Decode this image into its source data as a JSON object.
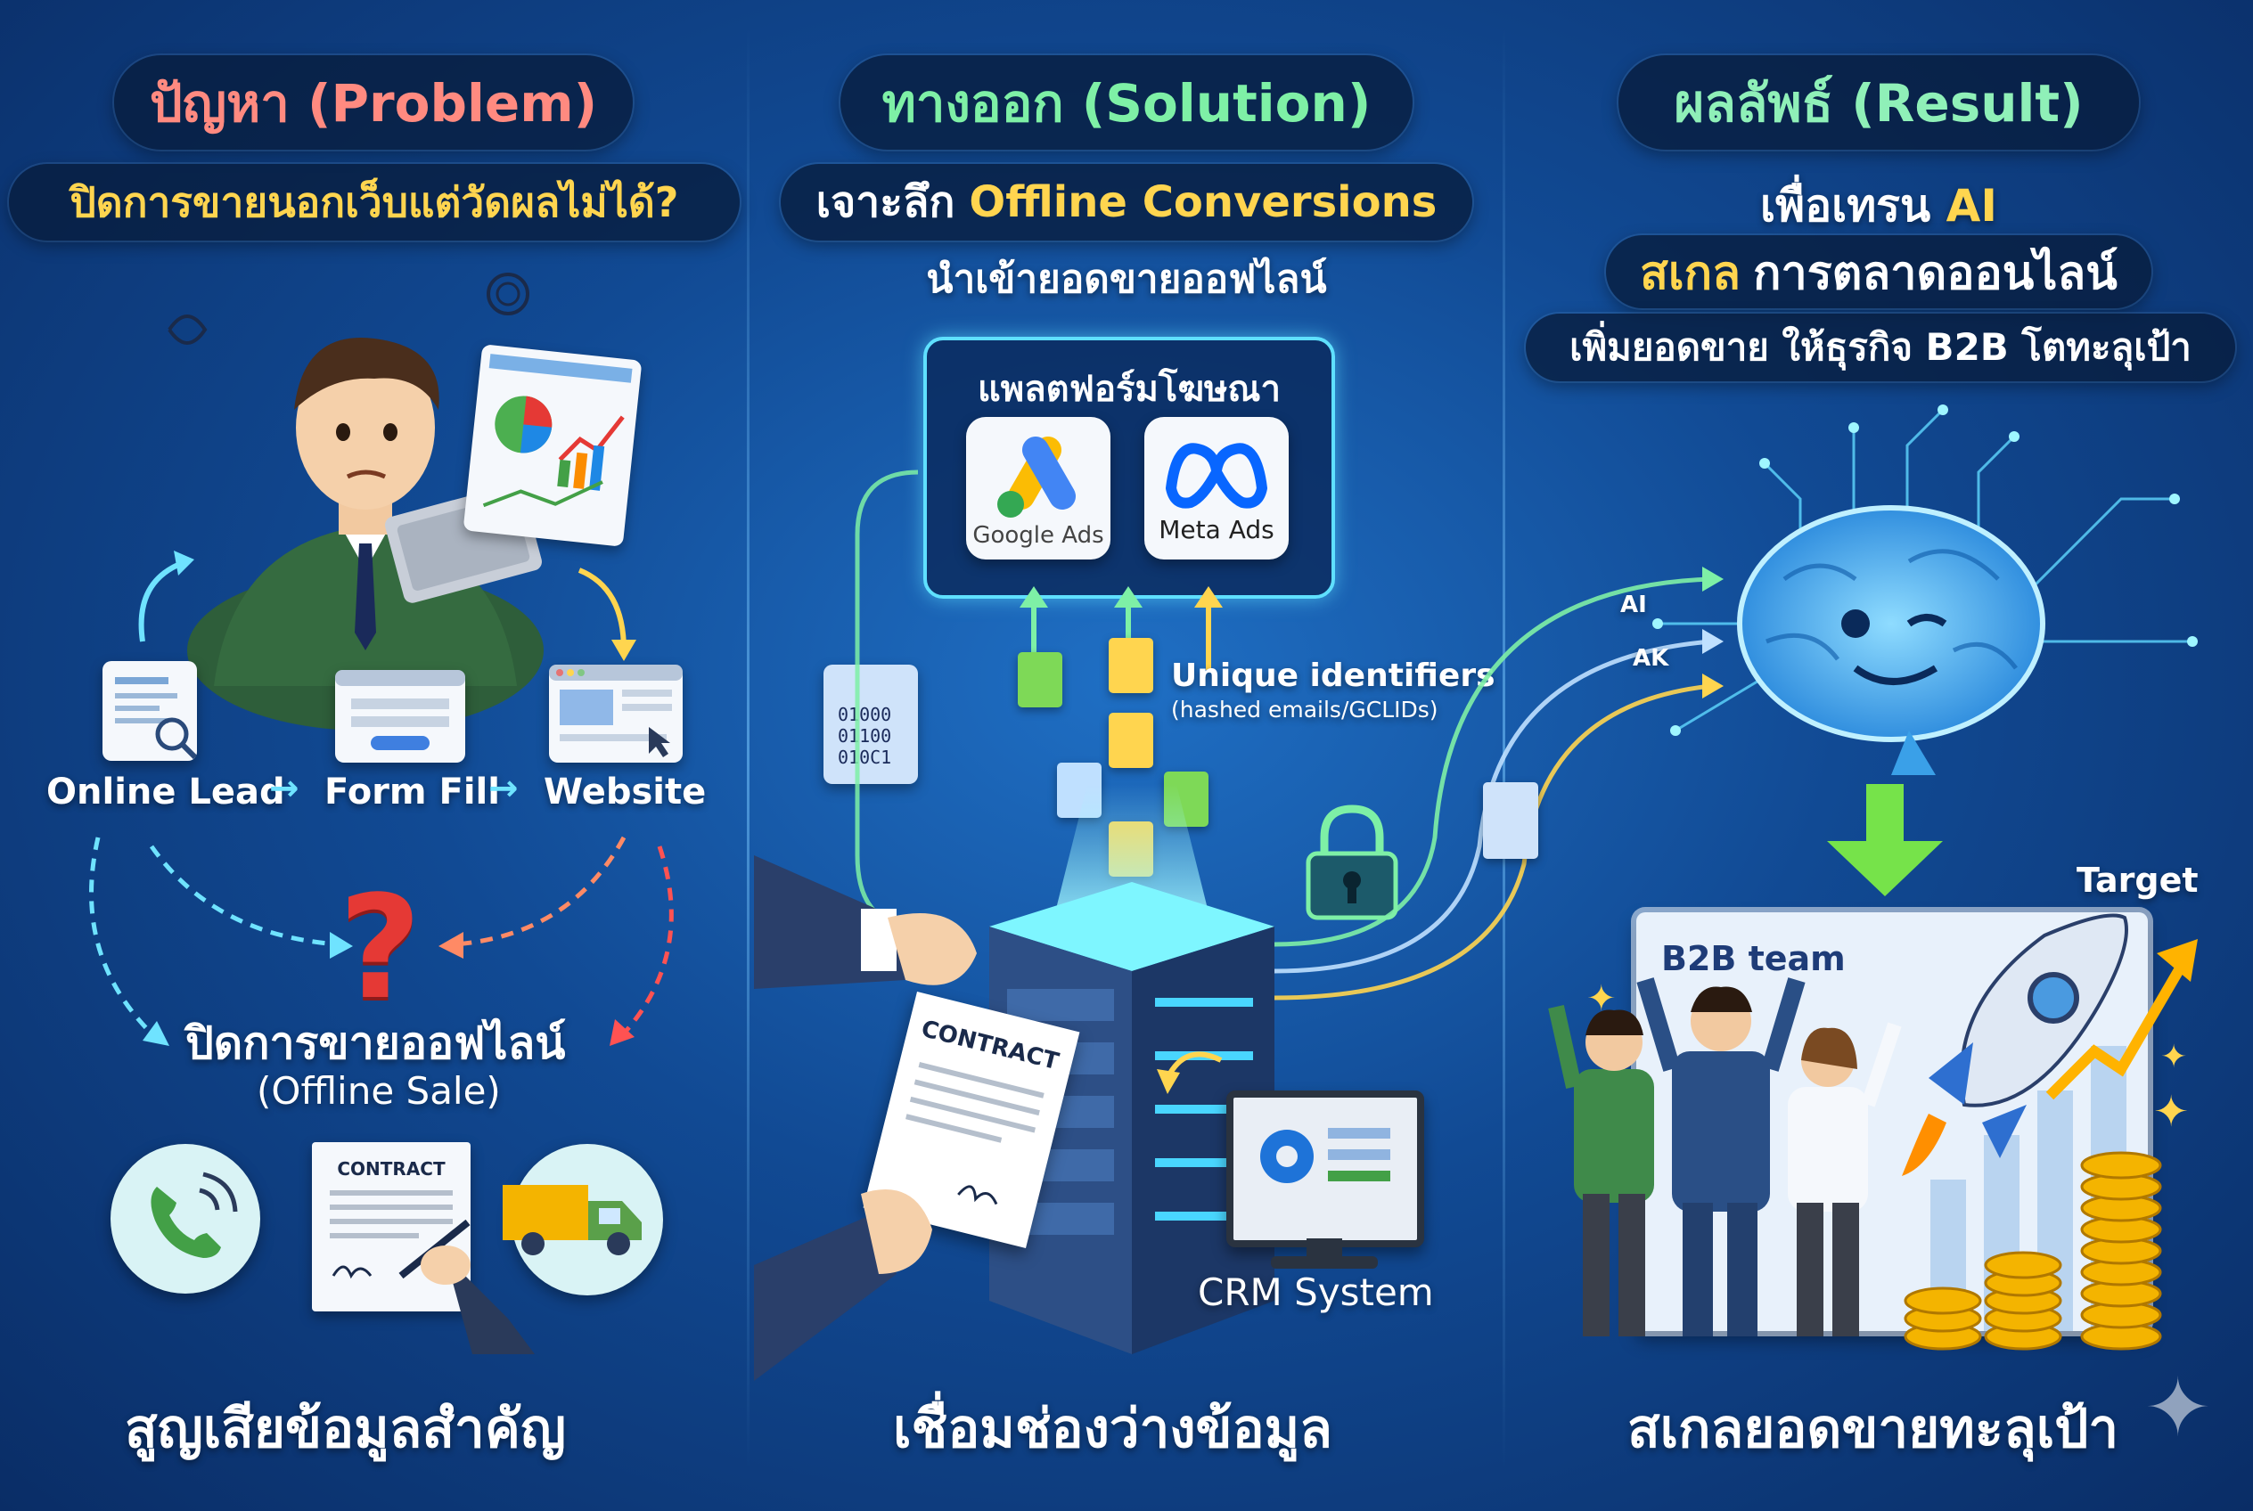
{
  "problem": {
    "header": "ปัญหา (Problem)",
    "subheader": "ปิดการขายนอกเว็บแต่วัดผลไม่ได้?",
    "flow": [
      "Online Lead",
      "Form Fill",
      "Website"
    ],
    "offline_sale_th": "ปิดการขายออฟไลน์",
    "offline_sale_en": "(Offline Sale)",
    "contract_label": "CONTRACT",
    "footer": "สูญเสียข้อมูลสำคัญ"
  },
  "solution": {
    "header": "ทางออก (Solution)",
    "subheader_prefix": "เจาะลึก",
    "subheader_highlight": "Offline Conversions",
    "subline": "นำเข้ายอดขายออฟไลน์",
    "platform_title": "แพลตฟอร์มโฆษณา",
    "google_ads": "Google Ads",
    "meta_ads": "Meta Ads",
    "identifiers_title": "Unique identifiers",
    "identifiers_sub": "(hashed emails/GCLIDs)",
    "binary_lines": [
      "01000",
      "01100",
      "010C1"
    ],
    "contract_label": "CONTRACT",
    "crm_label": "CRM System",
    "footer": "เชื่อมช่องว่างข้อมูล"
  },
  "result": {
    "header": "ผลลัพธ์ (Result)",
    "line1_prefix": "เพื่อเทรน",
    "line1_highlight": "AI",
    "line2_highlight": "สเกล",
    "line2_rest": "การตลาดออนไลน์",
    "line3": "เพิ่มยอดขาย ให้ธุรกิจ B2B โตทะลุเป้า",
    "ai_tag1": "AI",
    "ai_tag2": "AK",
    "team_label": "B2B team",
    "target_label": "Target",
    "footer": "สเกลยอดขายทะลุเป้า"
  },
  "colors": {
    "problem_accent": "#ff8a80",
    "solution_accent": "#7ef0a6",
    "result_accent": "#8ff0b8",
    "highlight_yellow": "#ffd54f",
    "flow_cyan": "#6fe3ff",
    "danger_red": "#e53935"
  }
}
